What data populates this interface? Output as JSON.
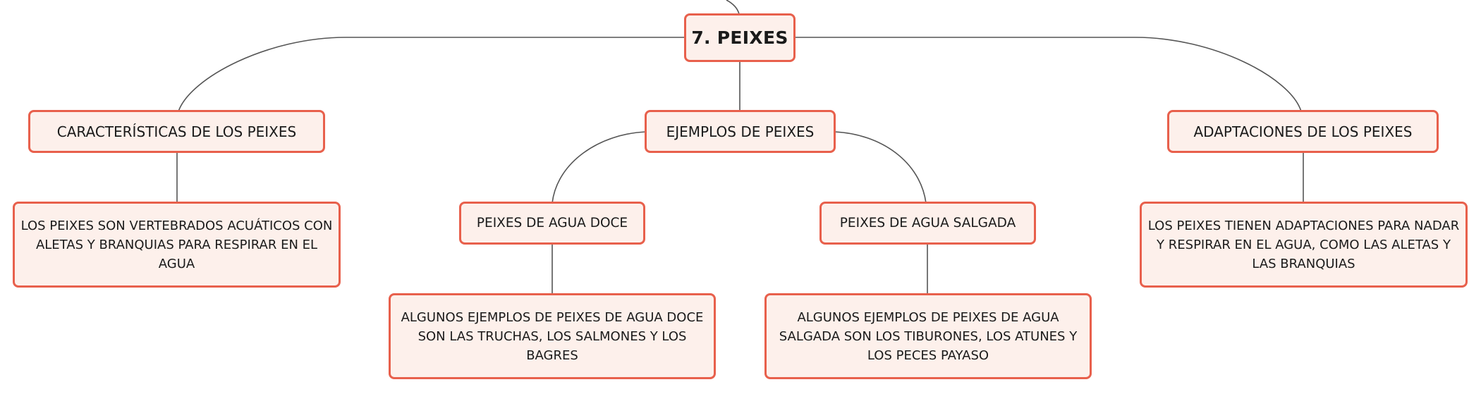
{
  "mindmap": {
    "root": {
      "label": "7. PEIXES"
    },
    "branches": [
      {
        "label": "CARACTERÍSTICAS DE LOS PEIXES",
        "detail": "LOS PEIXES SON VERTEBRADOS ACUÁTICOS CON ALETAS Y BRANQUIAS PARA RESPIRAR EN EL AGUA"
      },
      {
        "label": "EJEMPLOS DE PEIXES",
        "children": [
          {
            "label": "PEIXES DE AGUA DOCE",
            "detail": "ALGUNOS EJEMPLOS DE PEIXES DE AGUA DOCE SON LAS TRUCHAS, LOS SALMONES Y LOS BAGRES"
          },
          {
            "label": "PEIXES DE AGUA SALGADA",
            "detail": "ALGUNOS EJEMPLOS DE PEIXES DE AGUA SALGADA SON LOS TIBURONES, LOS ATUNES Y LOS PECES PAYASO"
          }
        ]
      },
      {
        "label": "ADAPTACIONES DE LOS PEIXES",
        "detail": "LOS PEIXES TIENEN ADAPTACIONES PARA NADAR Y RESPIRAR EN EL AGUA, COMO LAS ALETAS Y LAS BRANQUIAS"
      }
    ]
  },
  "colors": {
    "node_border": "#e8604c",
    "node_fill": "#fdf0eb",
    "connector": "#555555",
    "text": "#1a1a1a"
  }
}
